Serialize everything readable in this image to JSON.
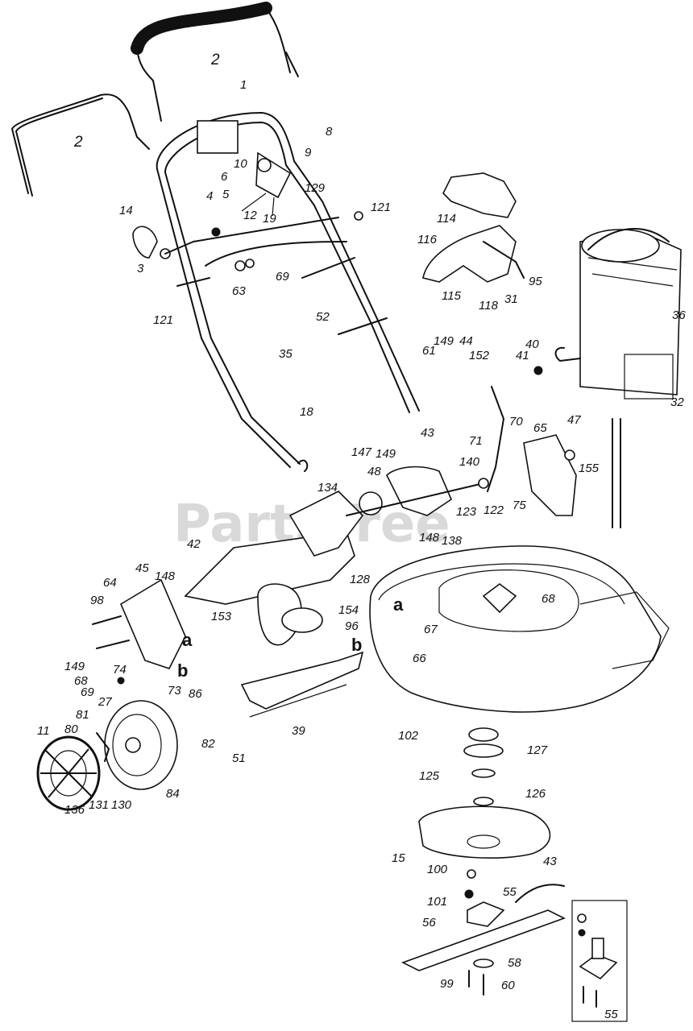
{
  "watermark": "PartsTree",
  "parts": [
    {
      "id": "p2a",
      "text": "2"
    },
    {
      "id": "p2b",
      "text": "2"
    },
    {
      "id": "p1",
      "text": "1"
    },
    {
      "id": "p8",
      "text": "8"
    },
    {
      "id": "p9",
      "text": "9"
    },
    {
      "id": "p10",
      "text": "10"
    },
    {
      "id": "p6",
      "text": "6"
    },
    {
      "id": "p5",
      "text": "5"
    },
    {
      "id": "p4",
      "text": "4"
    },
    {
      "id": "p12",
      "text": "12"
    },
    {
      "id": "p19",
      "text": "19"
    },
    {
      "id": "p129",
      "text": "129"
    },
    {
      "id": "p14",
      "text": "14"
    },
    {
      "id": "p121a",
      "text": "121"
    },
    {
      "id": "p3",
      "text": "3"
    },
    {
      "id": "p63",
      "text": "63"
    },
    {
      "id": "p69a",
      "text": "69"
    },
    {
      "id": "p121b",
      "text": "121"
    },
    {
      "id": "p52",
      "text": "52"
    },
    {
      "id": "p35",
      "text": "35"
    },
    {
      "id": "p18",
      "text": "18"
    },
    {
      "id": "p114",
      "text": "114"
    },
    {
      "id": "p116",
      "text": "116"
    },
    {
      "id": "p95",
      "text": "95"
    },
    {
      "id": "p115",
      "text": "115"
    },
    {
      "id": "p118",
      "text": "118"
    },
    {
      "id": "p31",
      "text": "31"
    },
    {
      "id": "p36",
      "text": "36"
    },
    {
      "id": "p40",
      "text": "40"
    },
    {
      "id": "p41",
      "text": "41"
    },
    {
      "id": "p32",
      "text": "32"
    },
    {
      "id": "p149a",
      "text": "149"
    },
    {
      "id": "p44",
      "text": "44"
    },
    {
      "id": "p61",
      "text": "61"
    },
    {
      "id": "p152",
      "text": "152"
    },
    {
      "id": "p70",
      "text": "70"
    },
    {
      "id": "p71",
      "text": "71"
    },
    {
      "id": "p65",
      "text": "65"
    },
    {
      "id": "p47",
      "text": "47"
    },
    {
      "id": "p155",
      "text": "155"
    },
    {
      "id": "p43a",
      "text": "43"
    },
    {
      "id": "p147",
      "text": "147"
    },
    {
      "id": "p149b",
      "text": "149"
    },
    {
      "id": "p48",
      "text": "48"
    },
    {
      "id": "p140",
      "text": "140"
    },
    {
      "id": "p134",
      "text": "134"
    },
    {
      "id": "p123",
      "text": "123"
    },
    {
      "id": "p122",
      "text": "122"
    },
    {
      "id": "p75",
      "text": "75"
    },
    {
      "id": "p138",
      "text": "138"
    },
    {
      "id": "p148a",
      "text": "148"
    },
    {
      "id": "p42",
      "text": "42"
    },
    {
      "id": "p45",
      "text": "45"
    },
    {
      "id": "p148b",
      "text": "148"
    },
    {
      "id": "p128",
      "text": "128"
    },
    {
      "id": "p64",
      "text": "64"
    },
    {
      "id": "p153",
      "text": "153"
    },
    {
      "id": "p154",
      "text": "154"
    },
    {
      "id": "p98",
      "text": "98"
    },
    {
      "id": "pa1",
      "text": "a"
    },
    {
      "id": "pa2",
      "text": "a"
    },
    {
      "id": "p67",
      "text": "67"
    },
    {
      "id": "p68a",
      "text": "68"
    },
    {
      "id": "p96",
      "text": "96"
    },
    {
      "id": "pb1",
      "text": "b"
    },
    {
      "id": "pb2",
      "text": "b"
    },
    {
      "id": "p66",
      "text": "66"
    },
    {
      "id": "p149c",
      "text": "149"
    },
    {
      "id": "p68b",
      "text": "68"
    },
    {
      "id": "p74",
      "text": "74"
    },
    {
      "id": "p69b",
      "text": "69"
    },
    {
      "id": "p73",
      "text": "73"
    },
    {
      "id": "p86",
      "text": "86"
    },
    {
      "id": "p27",
      "text": "27"
    },
    {
      "id": "p81",
      "text": "81"
    },
    {
      "id": "p11",
      "text": "11"
    },
    {
      "id": "p80",
      "text": "80"
    },
    {
      "id": "p82",
      "text": "82"
    },
    {
      "id": "p39",
      "text": "39"
    },
    {
      "id": "p102",
      "text": "102"
    },
    {
      "id": "p127",
      "text": "127"
    },
    {
      "id": "p51",
      "text": "51"
    },
    {
      "id": "p136",
      "text": "136"
    },
    {
      "id": "p131",
      "text": "131"
    },
    {
      "id": "p130",
      "text": "130"
    },
    {
      "id": "p84",
      "text": "84"
    },
    {
      "id": "p125",
      "text": "125"
    },
    {
      "id": "p126",
      "text": "126"
    },
    {
      "id": "p15",
      "text": "15"
    },
    {
      "id": "p100",
      "text": "100"
    },
    {
      "id": "p43b",
      "text": "43"
    },
    {
      "id": "p101",
      "text": "101"
    },
    {
      "id": "p55a",
      "text": "55"
    },
    {
      "id": "p56",
      "text": "56"
    },
    {
      "id": "p58",
      "text": "58"
    },
    {
      "id": "p99",
      "text": "99"
    },
    {
      "id": "p60",
      "text": "60"
    },
    {
      "id": "p55b",
      "text": "55"
    }
  ]
}
